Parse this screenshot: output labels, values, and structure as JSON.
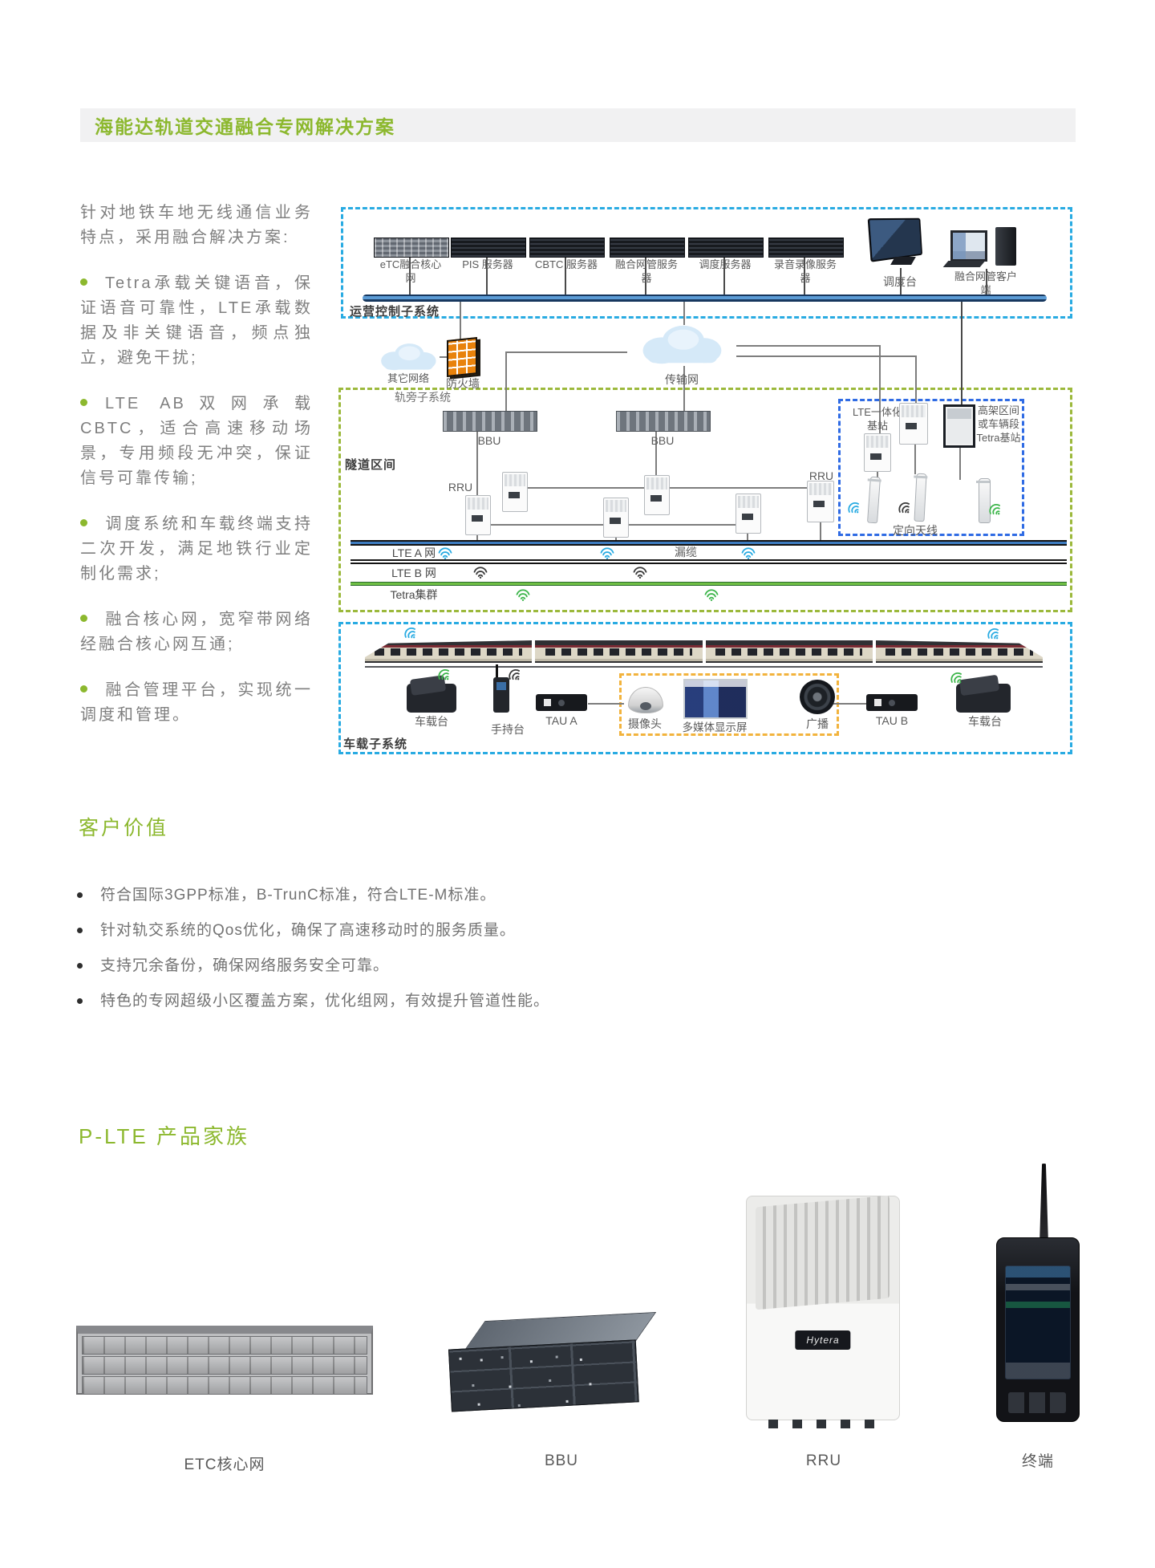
{
  "page": {
    "title": "海能达轨道交通融合专网解决方案"
  },
  "colors": {
    "accent_green": "#8CB82E",
    "box_blue": "#29ABE2",
    "box_green": "#9CB93C",
    "box_inner_blue": "#2F6BE4",
    "box_yellow": "#F2B33D",
    "body_text": "#7F7F7F"
  },
  "icons": {
    "wifi": "wifi-signal-arcs",
    "cloud": "cloud-shape",
    "firewall": "brick-wall"
  },
  "intro": {
    "lead": "针对地铁车地无线通信业务特点，采用融合解决方案:",
    "bullets": [
      "Tetra承载关键语音，保证语音可靠性，LTE承载数据及非关键语音，频点独立，避免干扰;",
      "LTE AB双网承载CBTC，适合高速移动场景，专用频段无冲突，保证信号可靠传输;",
      "调度系统和车载终端支持二次开发，满足地铁行业定制化需求;",
      "融合核心网，宽窄带网络经融合核心网互通;",
      "融合管理平台，实现统一调度和管理。"
    ]
  },
  "diagram": {
    "opcc": {
      "label": "运营控制子系统",
      "servers": [
        "eTC融合核心网",
        "PIS 服务器",
        "CBTC 服务器",
        "融合网管服务器",
        "调度服务器",
        "录音录像服务器"
      ],
      "console": "调度台",
      "client": "融合网管客户端"
    },
    "net": {
      "other": "其它网络",
      "firewall": "防火墙",
      "transmission": "传输网"
    },
    "trackside": {
      "label": "轨旁子系统",
      "bbu": "BBU",
      "tunnel": "隧道区间",
      "rru": "RRU",
      "lte_a": "LTE A 网",
      "lte_b": "LTE B 网",
      "tetra": "Tetra集群",
      "leaky": "漏缆"
    },
    "station": {
      "lte": "LTE一体化基站",
      "elevated": "高架区间或车辆段Tetra基站",
      "antenna": "定向天线"
    },
    "onboard": {
      "label": "车载子系统",
      "mobile": "车载台",
      "handheld": "手持台",
      "tau_a": "TAU A",
      "camera": "摄像头",
      "screen": "多媒体显示屏",
      "pa": "广播",
      "tau_b": "TAU B"
    }
  },
  "value": {
    "title": "客户价值",
    "bullets": [
      "符合国际3GPP标准，B-TrunC标准，符合LTE-M标准。",
      "针对轨交系统的Qos优化，确保了高速移动时的服务质量。",
      "支持冗余备份，确保网络服务安全可靠。",
      "特色的专网超级小区覆盖方案，优化组网，有效提升管道性能。"
    ]
  },
  "products": {
    "title": "P-LTE 产品家族",
    "rru_logo": "Hytera",
    "items": [
      {
        "label": "ETC核心网"
      },
      {
        "label": "BBU"
      },
      {
        "label": "RRU"
      },
      {
        "label": "终端"
      }
    ]
  }
}
